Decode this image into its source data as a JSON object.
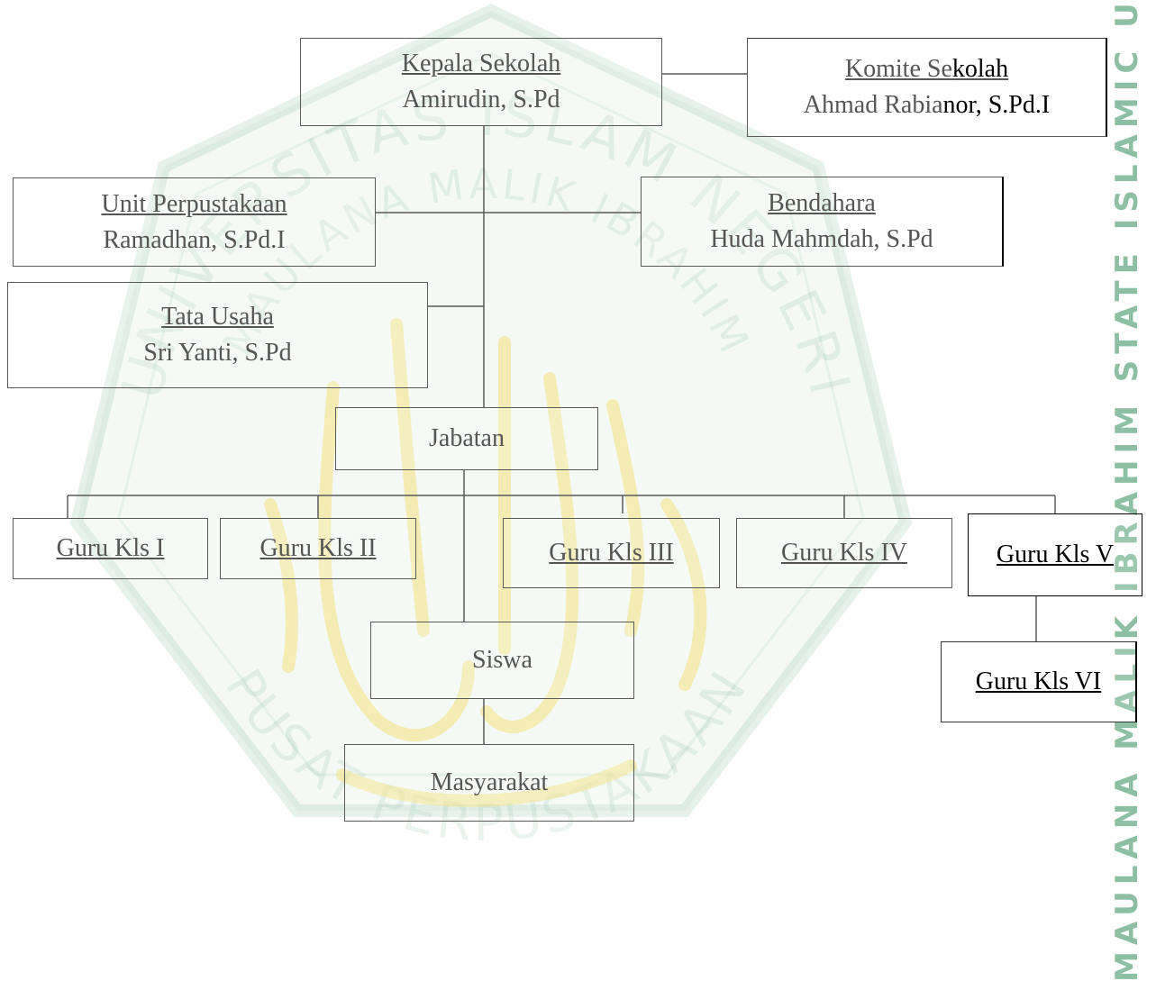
{
  "org_chart": {
    "kepala_sekolah": {
      "title": "Kepala Sekolah",
      "name": "Amirudin, S.Pd"
    },
    "komite_sekolah": {
      "title_part1": "Komite Se",
      "title_part2": "kolah",
      "name_part1": "Ahmad Rabia",
      "name_part2": "nor, S.Pd.I"
    },
    "unit_perpustakaan": {
      "title": "Unit Perpustakaan",
      "name": "Ramadhan, S.Pd.I"
    },
    "bendahara": {
      "title": "Bendahara",
      "name": "Huda Mahmdah, S.Pd"
    },
    "tata_usaha": {
      "title": "Tata Usaha",
      "name": "Sri Yanti, S.Pd"
    },
    "jabatan": {
      "label": "Jabatan"
    },
    "guru": [
      {
        "label": "Guru Kls I"
      },
      {
        "label": "Guru Kls II"
      },
      {
        "label": "Guru Kls III"
      },
      {
        "label": "Guru Kls IV"
      },
      {
        "label": "Guru Kls V"
      },
      {
        "label": "Guru Kls VI"
      }
    ],
    "siswa": {
      "label": "Siswa"
    },
    "masyarakat": {
      "label": "Masyarakat"
    }
  },
  "watermark": {
    "arc_text_top": "UNIVERSITAS ISLAM NEGERI",
    "arc_text_middle": "MAULANA MALIK IBRAHIM",
    "arc_text_bottom": "PUSAT PERPUSTAKAAN",
    "side_text": "MAULANA MALIK IBRAHIM STATE ISLAMIC UNIVE",
    "color_green": "#2e8a57",
    "color_yellow": "#f4e27c"
  }
}
